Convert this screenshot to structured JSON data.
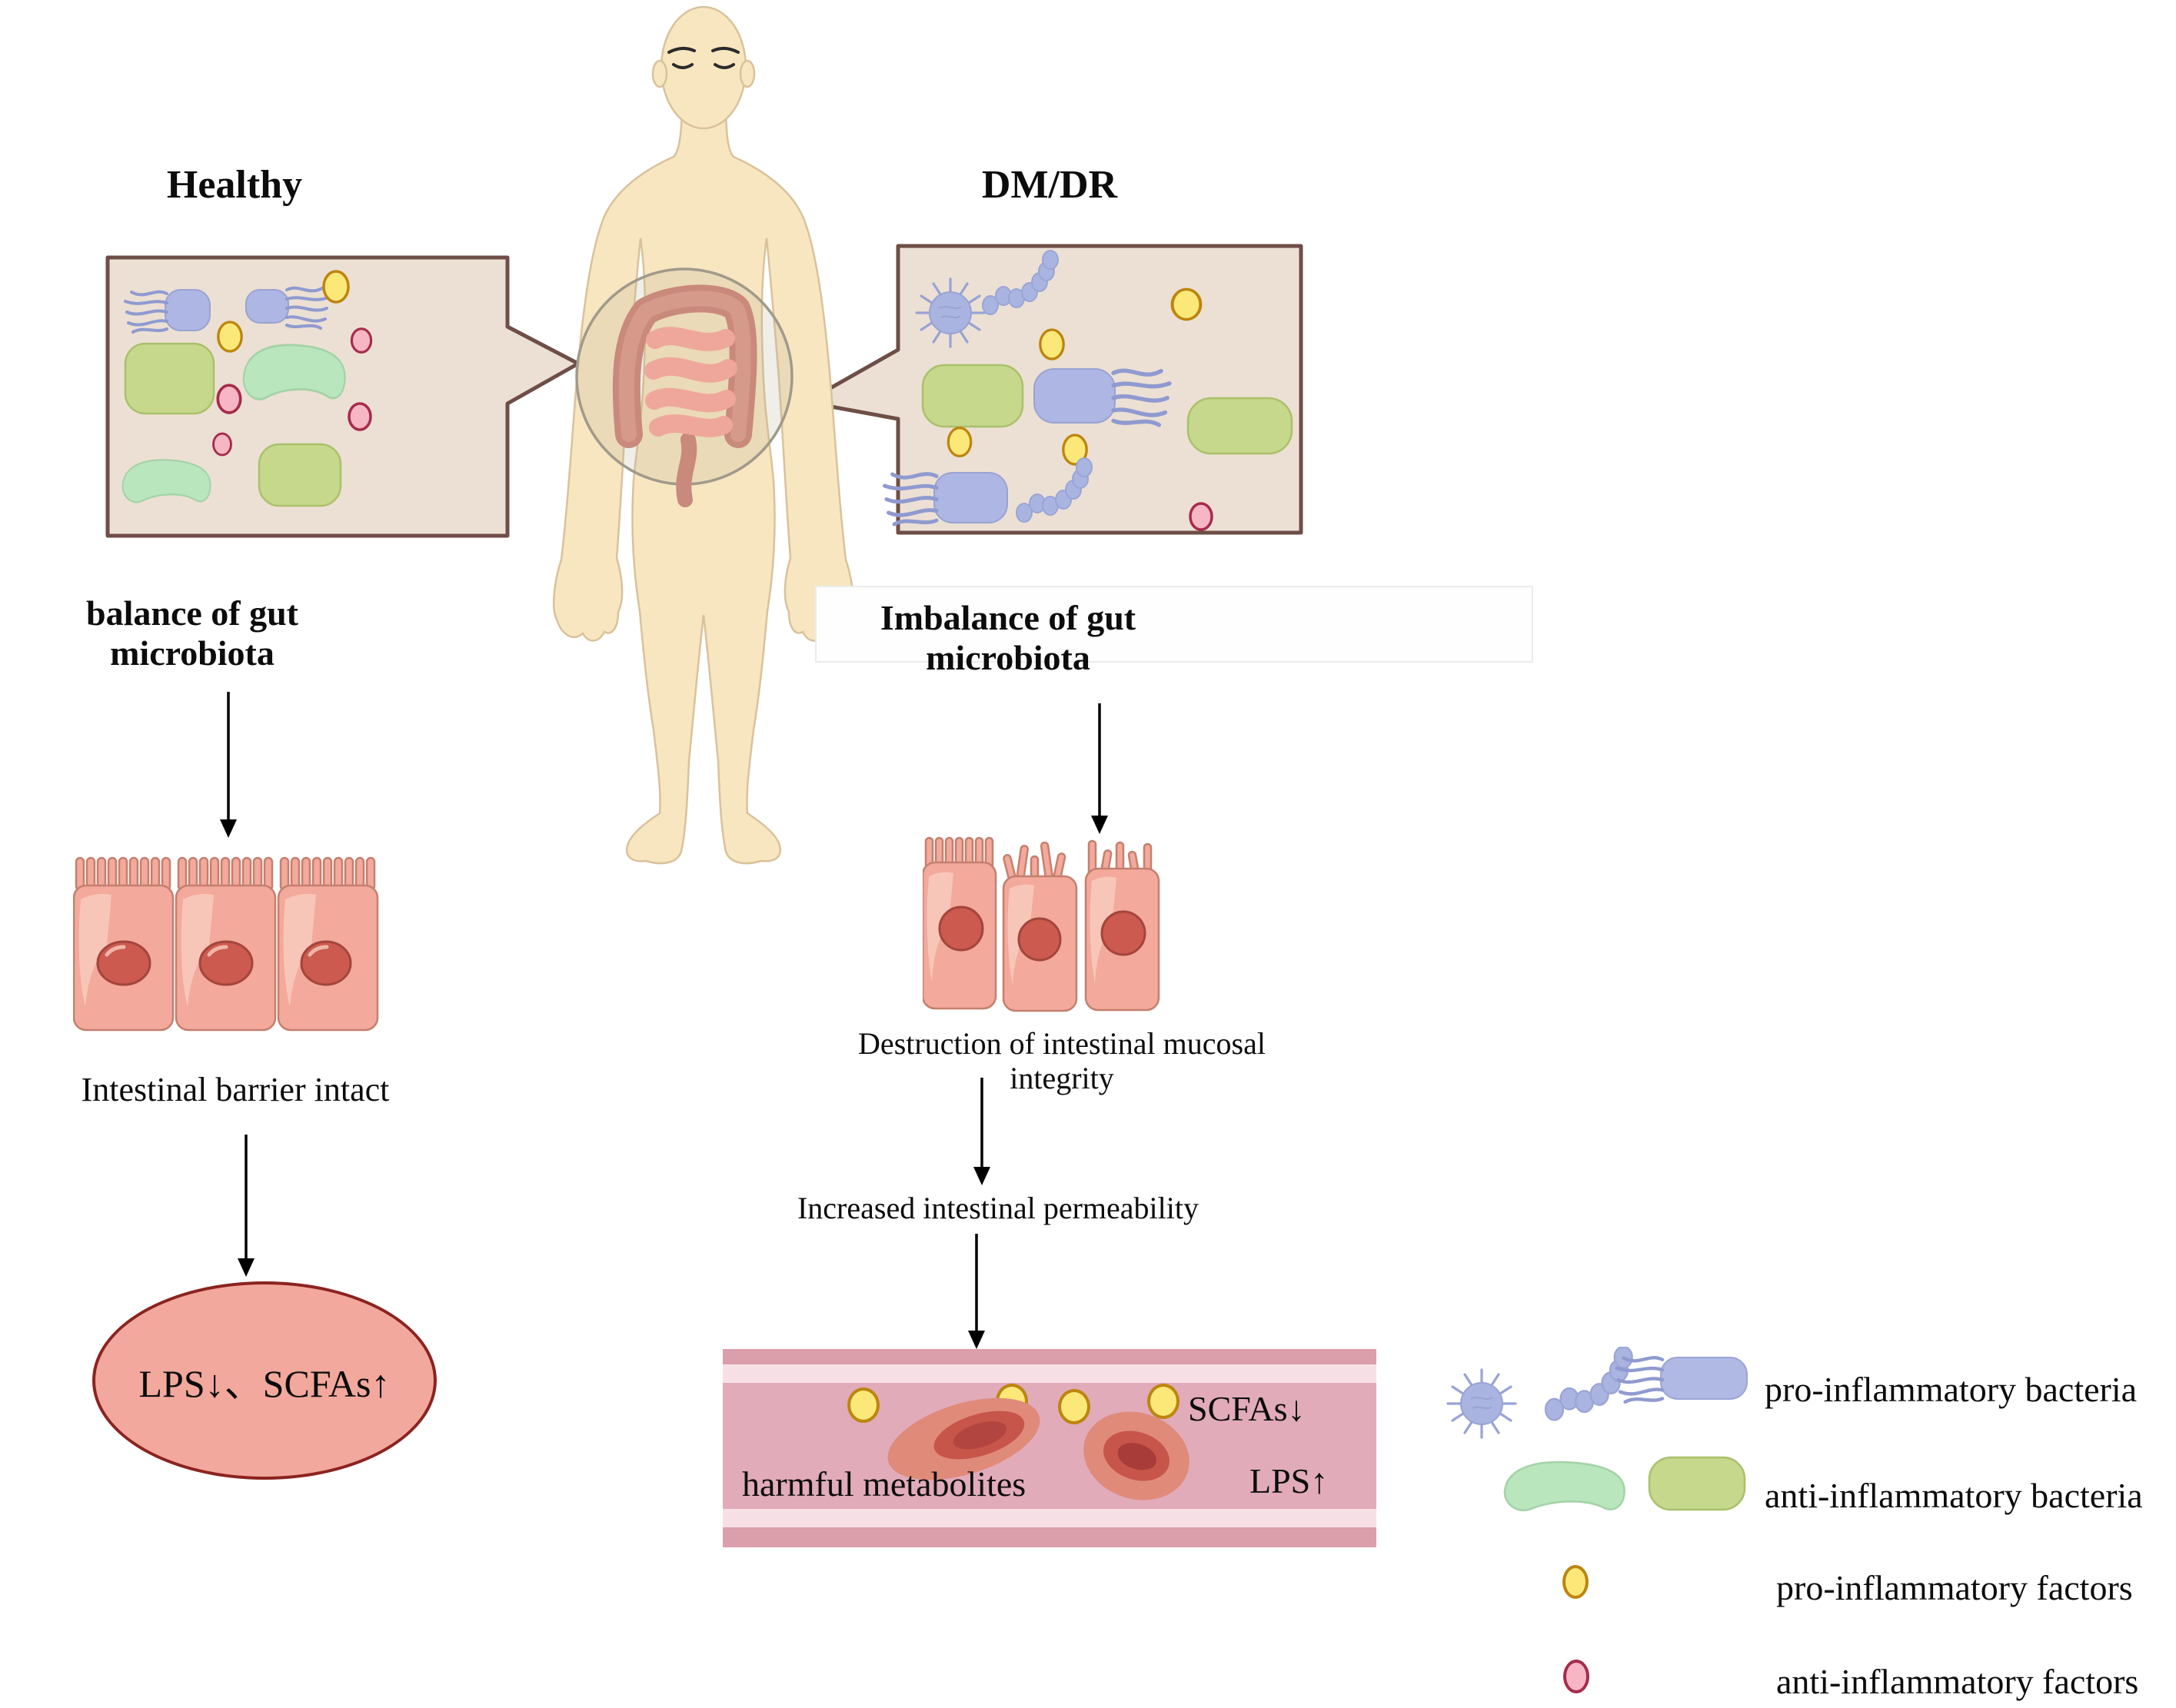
{
  "headers": {
    "healthy": "Healthy",
    "dm_dr": "DM/DR"
  },
  "left_flow": {
    "balance": "balance of gut microbiota",
    "barrier": "Intestinal barrier intact",
    "outcome": "LPS↓、SCFAs↑"
  },
  "right_flow": {
    "imbalance": "Imbalance of gut microbiota",
    "destruction": "Destruction of intestinal mucosal integrity",
    "permeability": "Increased intestinal permeability"
  },
  "vessel": {
    "harmful_metabolites": "harmful metabolites",
    "scfas": "SCFAs↓",
    "lps": "LPS↑"
  },
  "legend": {
    "items": [
      {
        "icon": "pro-inflammatory-bacteria-icons",
        "label": "pro-inflammatory bacteria"
      },
      {
        "icon": "anti-inflammatory-bacteria-icons",
        "label": "anti-inflammatory bacteria"
      },
      {
        "icon": "pro-inflammatory-factor-icon",
        "label": "pro-inflammatory factors"
      },
      {
        "icon": "anti-inflammatory-factor-icon",
        "label": "anti-inflammatory factors"
      }
    ]
  },
  "colors": {
    "bubble_fill": "#ece0d4",
    "bubble_border": "#6e4e46",
    "pro_bacteria_blue": "#aab4e0",
    "anti_bacteria_mint": "#bae6be",
    "anti_bacteria_green": "#c5d88c",
    "pro_factor_yellow": "#fbe878",
    "pro_factor_ring": "#bd850e",
    "anti_factor_pink": "#f6b6c3",
    "anti_factor_ring": "#a62b4c",
    "cell_fill": "#f3a99b",
    "cell_nucleus": "#cc5a4e",
    "ellipse_fill": "#f2a89c",
    "ellipse_border": "#8c2320",
    "vessel_outer": "#db9eab",
    "vessel_stripe": "#f7e0e5",
    "vessel_inner": "#e1abba",
    "rbc_fill": "#e08a7a",
    "skin": "#f8e6c1"
  }
}
